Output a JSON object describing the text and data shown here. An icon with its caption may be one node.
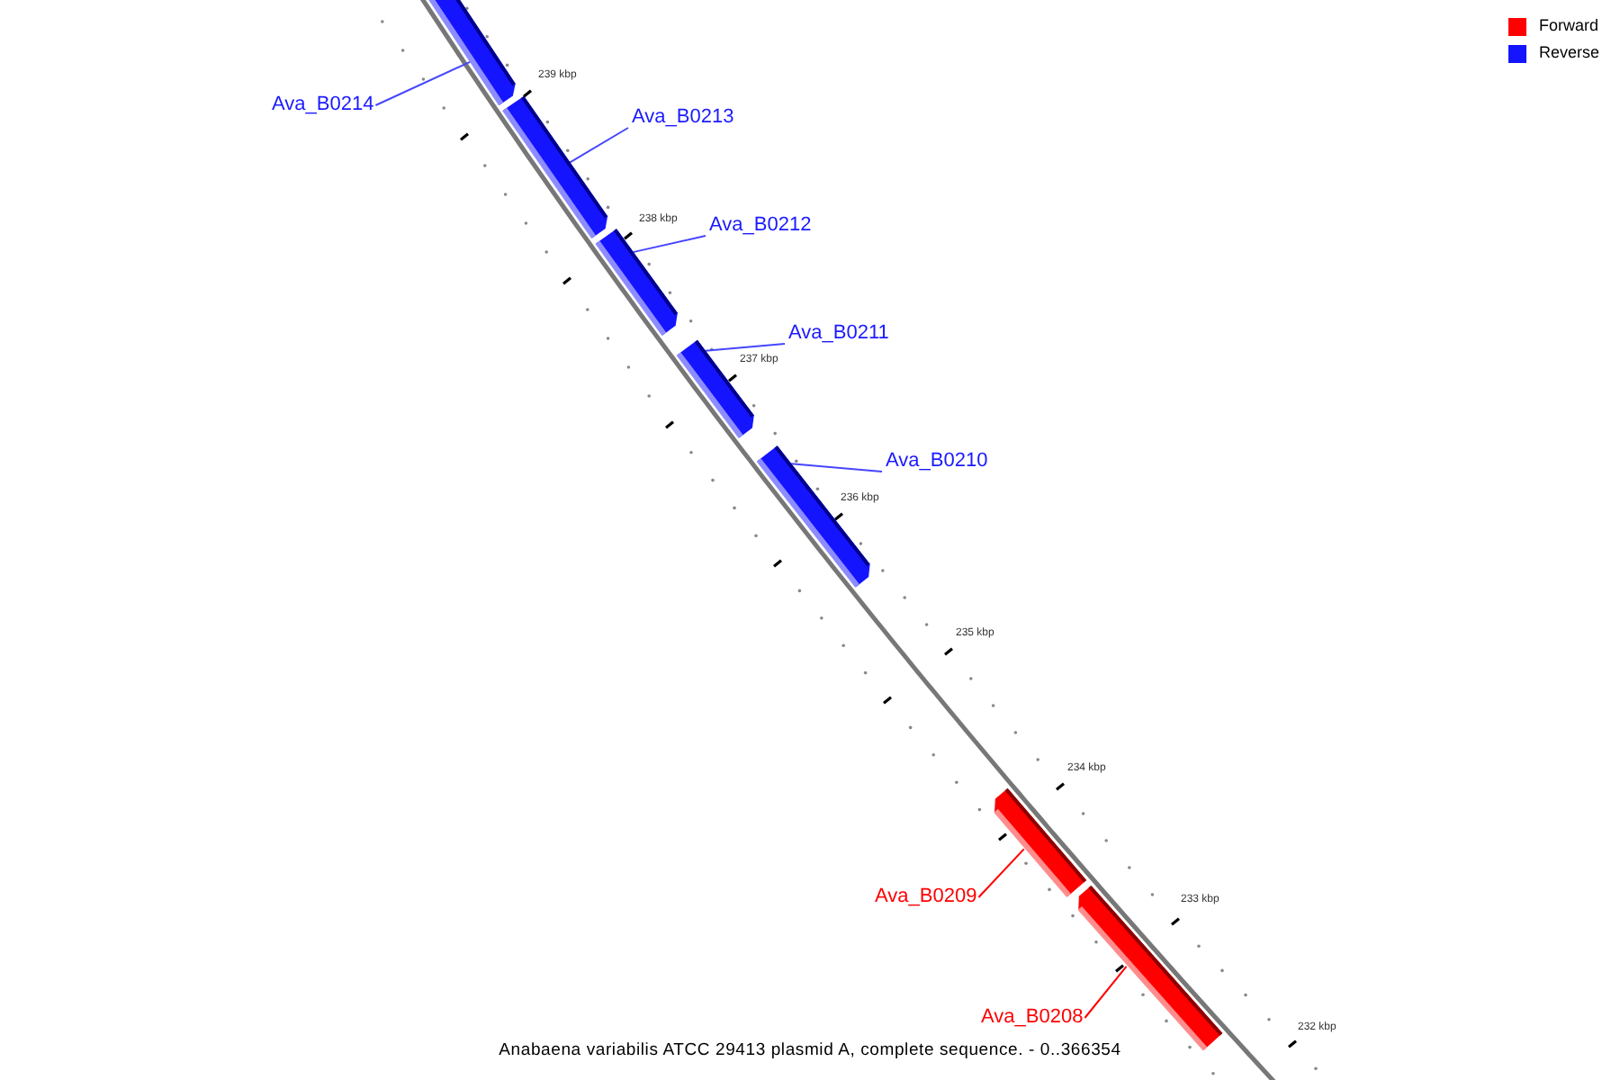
{
  "diagram": {
    "caption": "Anabaena variabilis ATCC 29413 plasmid A, complete sequence. - 0..366354",
    "nodes": [
      {
        "text": [
          "Ava_B0214"
        ]
      },
      {
        "text": [],
        "shape": "bar"
      },
      {
        "text": [
          "Ava_B0213"
        ]
      },
      {
        "text": [],
        "shape": "bar"
      },
      {
        "text": [
          "Ava_B0212"
        ]
      },
      {
        "text": [],
        "shape": "bar"
      },
      {
        "text": [
          "Ava_B0211"
        ]
      },
      {
        "text": [],
        "shape": "bar"
      },
      {
        "text": [
          "Ava_B0210"
        ]
      },
      {
        "text": [],
        "shape": "bar"
      },
      {
        "text": [
          "Ava_B0209"
        ]
      },
      {
        "text": [],
        "shape": "bar"
      },
      {
        "text": [
          "Ava_B0208"
        ]
      },
      {
        "text": [],
        "shape": "bar"
      }
    ],
    "edges": [
      {
        "from": 0,
        "to": 1,
        "arrow": "none"
      },
      {
        "from": 2,
        "to": 3,
        "arrow": "none"
      },
      {
        "from": 4,
        "to": 5,
        "arrow": "none"
      },
      {
        "from": 6,
        "to": 7,
        "arrow": "none"
      },
      {
        "from": 8,
        "to": 9,
        "arrow": "none"
      },
      {
        "from": 10,
        "to": 11,
        "arrow": "none",
        "color": "#ff0000"
      },
      {
        "from": 12,
        "to": 13,
        "arrow": "none",
        "color": "#ff0000"
      }
    ],
    "labels": [
      "239 kbp",
      "238 kbp",
      "237 kbp",
      "236 kbp",
      "235 kbp",
      "234 kbp",
      "233 kbp",
      "232 kbp"
    ],
    "legend": [
      {
        "text": "Forward",
        "color": "#ff0000"
      },
      {
        "text": "Reverse",
        "color": "#1414ff"
      }
    ]
  }
}
